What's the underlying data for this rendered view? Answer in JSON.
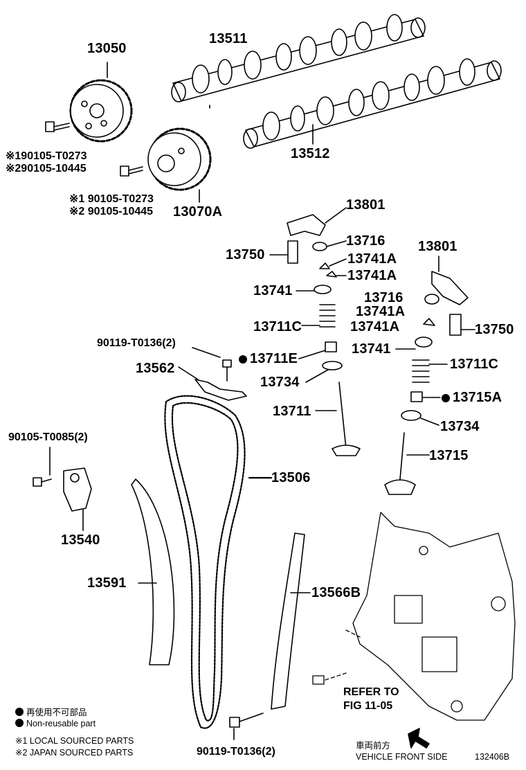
{
  "labels": {
    "p13050": "13050",
    "p13511": "13511",
    "p13512": "13512",
    "p13070a": "13070A",
    "bolt_vvt1_a": "※190105-T0273",
    "bolt_vvt1_b": "※290105-10445",
    "bolt_vvt2_a": "※1 90105-T0273",
    "bolt_vvt2_b": "※2 90105-10445",
    "p13801_a": "13801",
    "p13716_a": "13716",
    "p13750_a": "13750",
    "p13741a_1": "13741A",
    "p13741a_2": "13741A",
    "p13741_a": "13741",
    "p13711c_a": "13711C",
    "p13801_b": "13801",
    "p13716_b": "13716",
    "p13741a_3": "13741A",
    "p13741a_4": "13741A",
    "p13750_b": "13750",
    "p13741_b": "13741",
    "p13711c_b": "13711C",
    "p90119_a": "90119-T0136(2)",
    "p13711e": "13711E",
    "p13562": "13562",
    "p13734_a": "13734",
    "p13715a": "13715A",
    "p13711": "13711",
    "p13734_b": "13734",
    "p90105_t0085": "90105-T0085(2)",
    "p13715": "13715",
    "p13506": "13506",
    "p13540": "13540",
    "p13591": "13591",
    "p13566b": "13566B",
    "refer_1": "REFER TO",
    "refer_2": "FIG 11-05",
    "p90119_b": "90119-T0136(2)"
  },
  "legend": {
    "jp_nonreusable": "再使用不可部品",
    "en_nonreusable": "Non-reusable part",
    "local": "※1 LOCAL SOURCED PARTS",
    "japan": "※2 JAPAN SOURCED PARTS"
  },
  "footer": {
    "jp_front": "車両前方",
    "vehicle_front": "VEHICLE FRONT SIDE",
    "fig_id": "132406B"
  }
}
